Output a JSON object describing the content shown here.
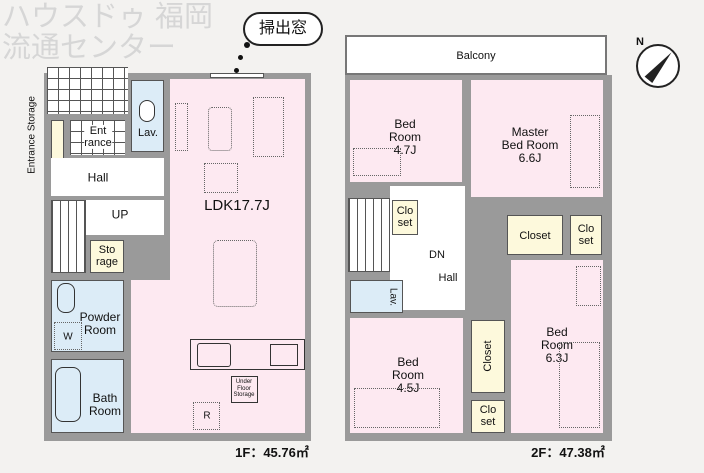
{
  "callout": {
    "text": "掃出窓"
  },
  "floor1": {
    "area_label": "1F：45.76㎡",
    "rooms": {
      "entrance_storage": "Entrance Storage",
      "entrance": "Ent\nrance",
      "lav": "Lav.",
      "hall": "Hall",
      "up": "UP",
      "storage": "Sto\nrage",
      "ldk": "LDK17.7J",
      "powder_room": "Powder\nRoom",
      "washer": "W",
      "bath_room": "Bath\nRoom",
      "under_floor_storage": "Under\nFloor\nStorage",
      "fridge": "R"
    }
  },
  "floor2": {
    "area_label": "2F：47.38㎡",
    "rooms": {
      "balcony": "Balcony",
      "bed_room_1": "Bed\nRoom\n4.7J",
      "master_bed_room": "Master\nBed Room\n6.6J",
      "closet_master": "Closet",
      "closet_master_2": "Clo\nset",
      "closet_hall": "Clo\nset",
      "dn": "DN",
      "hall": "Hall",
      "lav": "Lav.",
      "bed_room_2": "Bed\nRoom\n4.5J",
      "closet_vertical": "Closet",
      "closet_small": "Clo\nset",
      "bed_room_3": "Bed\nRoom\n6.3J"
    }
  },
  "compass": {
    "label": "N"
  },
  "watermark": "ハウスドゥ 福岡流通センター"
}
